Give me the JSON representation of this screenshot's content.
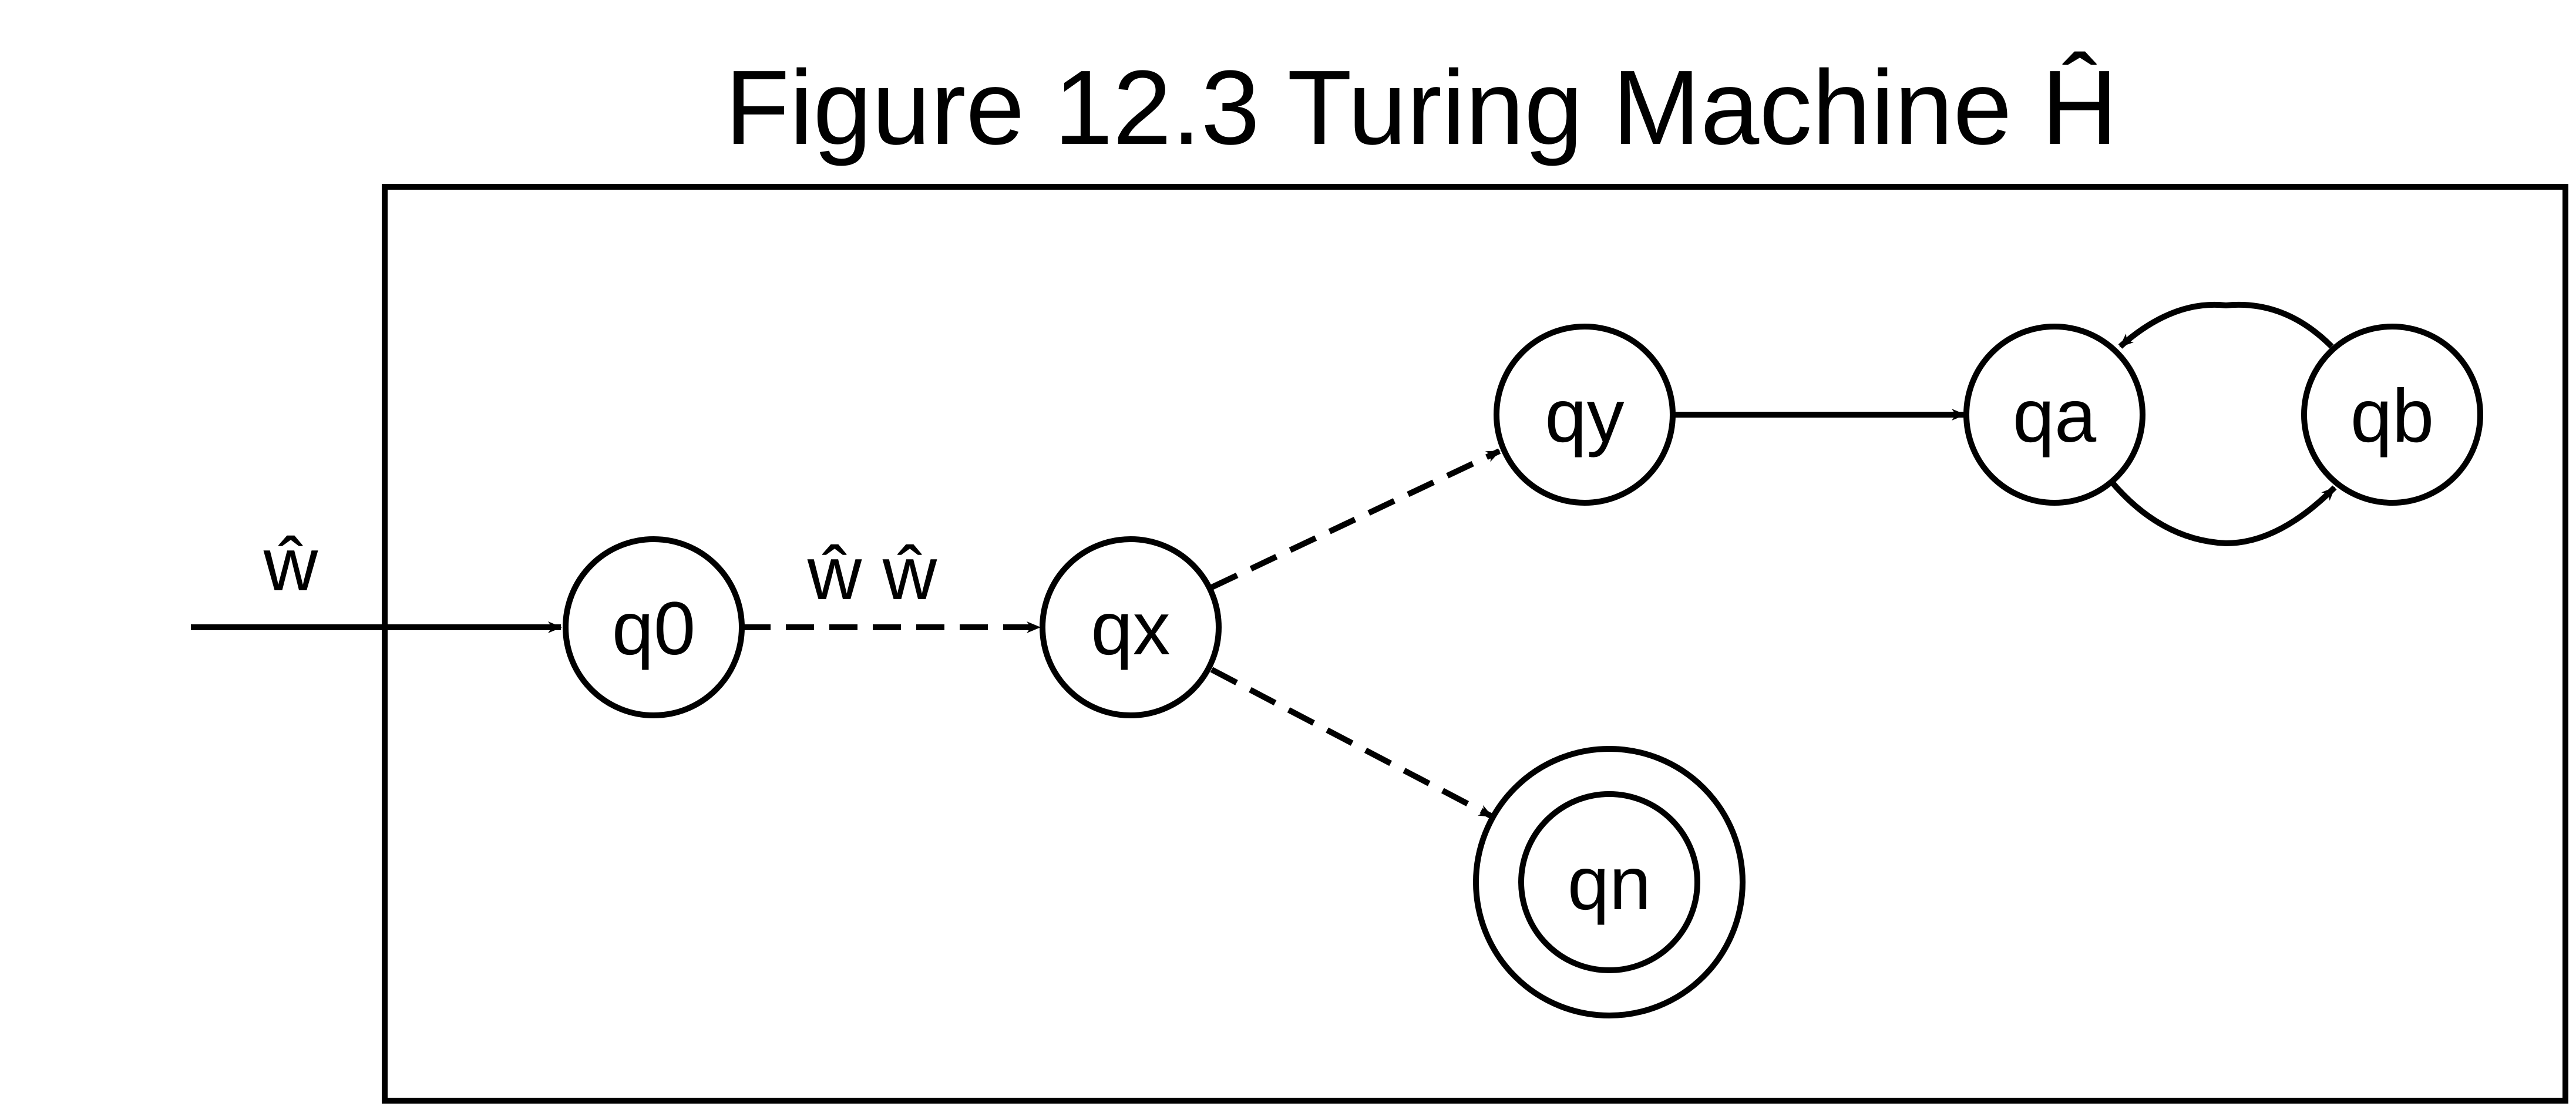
{
  "title": "Figure 12.3 Turing Machine Ĥ",
  "states": {
    "q0": "q0",
    "qx": "qx",
    "qy": "qy",
    "qn": "qn",
    "qa": "qa",
    "qb": "qb"
  },
  "accepting_states": [
    "qn"
  ],
  "edge_labels": {
    "input": "ŵ",
    "q0_to_qx": "ŵ ŵ"
  },
  "edges": [
    {
      "from": "input",
      "to": "q0",
      "style": "solid"
    },
    {
      "from": "q0",
      "to": "qx",
      "style": "dashed"
    },
    {
      "from": "qx",
      "to": "qy",
      "style": "dashed"
    },
    {
      "from": "qx",
      "to": "qn",
      "style": "dashed"
    },
    {
      "from": "qy",
      "to": "qa",
      "style": "solid"
    },
    {
      "from": "qa",
      "to": "qb",
      "style": "solid"
    },
    {
      "from": "qb",
      "to": "qa",
      "style": "solid"
    }
  ],
  "colors": {
    "stroke": "#000000",
    "background": "#ffffff"
  }
}
